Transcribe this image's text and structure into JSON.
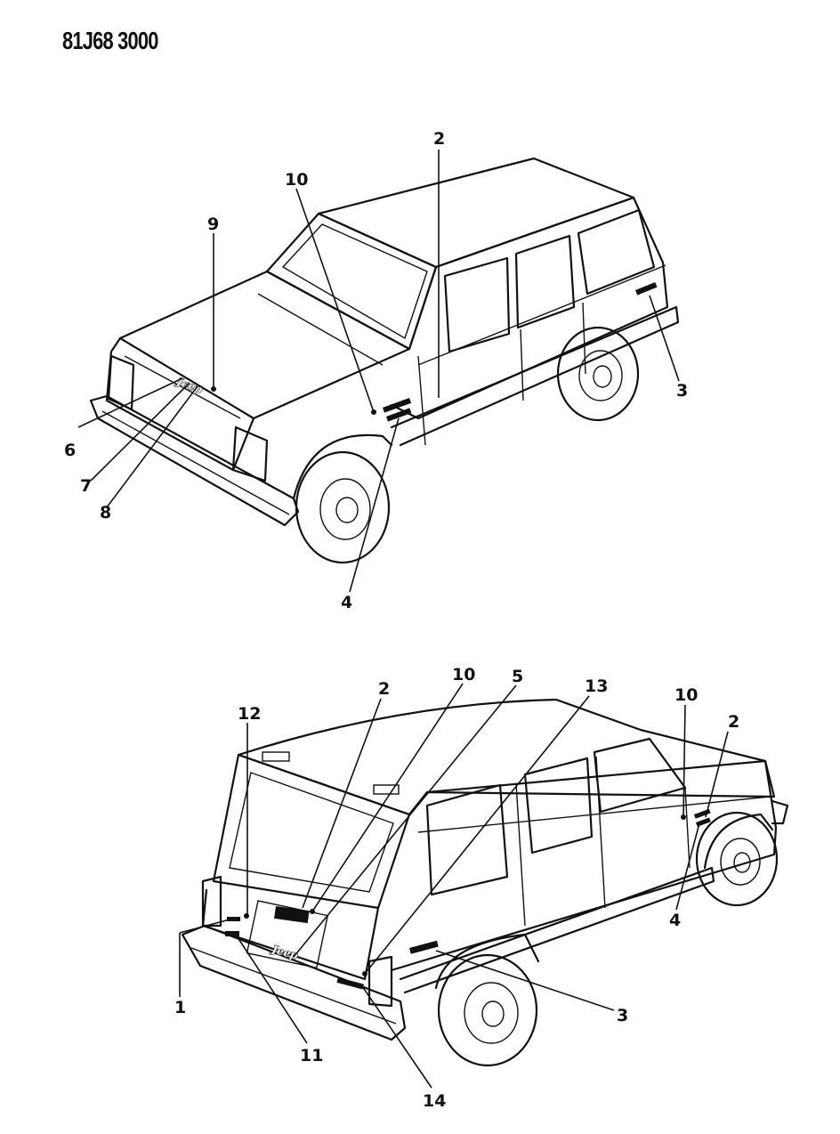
{
  "diagram": {
    "part_number": "81J68 3000",
    "badge_text": "Jeep",
    "views": [
      {
        "name": "front-three-quarter",
        "callouts": [
          "2",
          "10",
          "9",
          "6",
          "7",
          "8",
          "3",
          "4"
        ]
      },
      {
        "name": "rear-three-quarter",
        "callouts": [
          "12",
          "2",
          "10",
          "5",
          "13",
          "10",
          "2",
          "4",
          "1",
          "11",
          "14",
          "3"
        ]
      }
    ]
  }
}
